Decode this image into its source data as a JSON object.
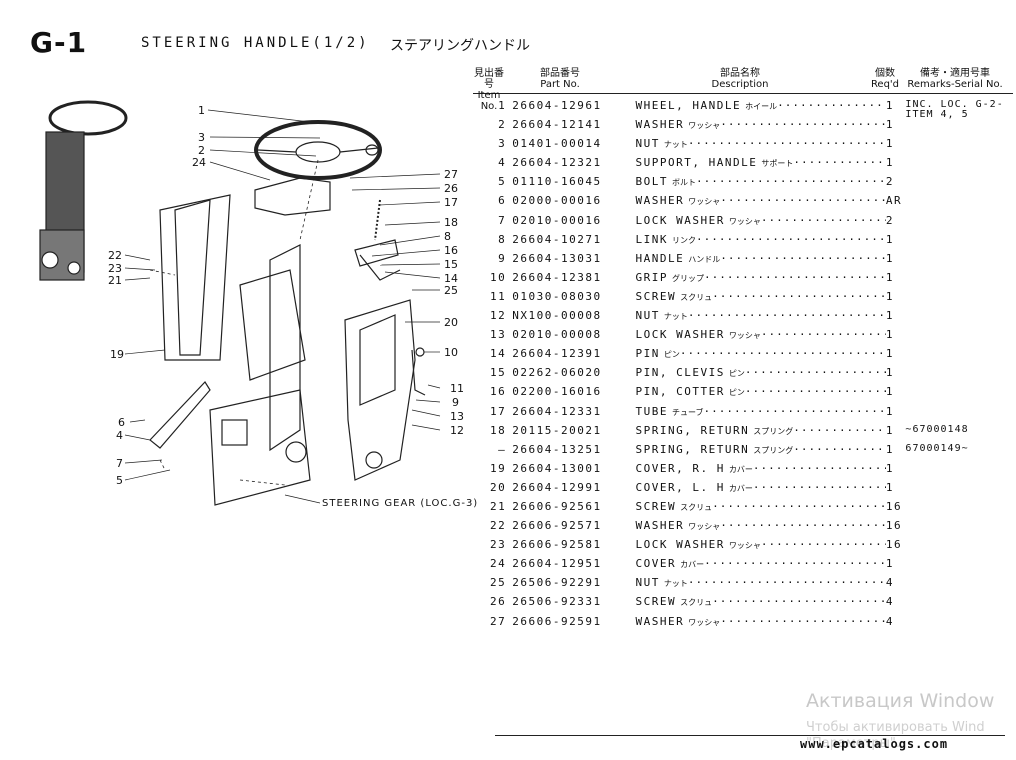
{
  "page": {
    "code": "G-1",
    "title": "STEERING HANDLE(1/2)",
    "title_jp": "ステアリングハンドル"
  },
  "table": {
    "headers": {
      "item_jp": "見出番号",
      "item": "Item No.",
      "part_jp": "部品番号",
      "part": "Part No.",
      "desc_jp": "部品名称",
      "desc": "Description",
      "qty_jp": "個数",
      "qty": "Req'd",
      "rem_jp": "備考・適用号車",
      "rem": "Remarks-Serial No."
    },
    "rows": [
      {
        "item": "1",
        "part": "26604-12961",
        "desc": "WHEEL, HANDLE",
        "jp": "ホイール",
        "qty": "1",
        "remark": "INC. LOC. G-2-ITEM 4, 5"
      },
      {
        "item": "2",
        "part": "26604-12141",
        "desc": "WASHER",
        "jp": "ワッシャ",
        "qty": "1",
        "remark": ""
      },
      {
        "item": "3",
        "part": "01401-00014",
        "desc": "NUT",
        "jp": "ナット",
        "qty": "1",
        "remark": ""
      },
      {
        "item": "4",
        "part": "26604-12321",
        "desc": "SUPPORT, HANDLE",
        "jp": "サポート",
        "qty": "1",
        "remark": ""
      },
      {
        "item": "5",
        "part": "01110-16045",
        "desc": "BOLT",
        "jp": "ボルト",
        "qty": "2",
        "remark": ""
      },
      {
        "item": "6",
        "part": "02000-00016",
        "desc": "WASHER",
        "jp": "ワッシャ",
        "qty": "AR",
        "remark": ""
      },
      {
        "item": "7",
        "part": "02010-00016",
        "desc": "LOCK WASHER",
        "jp": "ワッシャ",
        "qty": "2",
        "remark": ""
      },
      {
        "item": "8",
        "part": "26604-10271",
        "desc": "LINK",
        "jp": "リンク",
        "qty": "1",
        "remark": ""
      },
      {
        "item": "9",
        "part": "26604-13031",
        "desc": "HANDLE",
        "jp": "ハンドル",
        "qty": "1",
        "remark": ""
      },
      {
        "item": "10",
        "part": "26604-12381",
        "desc": "GRIP",
        "jp": "グリップ",
        "qty": "1",
        "remark": ""
      },
      {
        "item": "11",
        "part": "01030-08030",
        "desc": "SCREW",
        "jp": "スクリュ",
        "qty": "1",
        "remark": ""
      },
      {
        "item": "12",
        "part": "NX100-00008",
        "desc": "NUT",
        "jp": "ナット",
        "qty": "1",
        "remark": ""
      },
      {
        "item": "13",
        "part": "02010-00008",
        "desc": "LOCK WASHER",
        "jp": "ワッシャ",
        "qty": "1",
        "remark": ""
      },
      {
        "item": "14",
        "part": "26604-12391",
        "desc": "PIN",
        "jp": "ピン",
        "qty": "1",
        "remark": ""
      },
      {
        "item": "15",
        "part": "02262-06020",
        "desc": "PIN, CLEVIS",
        "jp": "ピン",
        "qty": "1",
        "remark": ""
      },
      {
        "item": "16",
        "part": "02200-16016",
        "desc": "PIN, COTTER",
        "jp": "ピン",
        "qty": "1",
        "remark": ""
      },
      {
        "item": "17",
        "part": "26604-12331",
        "desc": "TUBE",
        "jp": "チューブ",
        "qty": "1",
        "remark": ""
      },
      {
        "item": "18",
        "part": "20115-20021",
        "desc": "SPRING, RETURN",
        "jp": "スプリング",
        "qty": "1",
        "remark": "~67000148"
      },
      {
        "item": "–",
        "part": "26604-13251",
        "desc": "SPRING, RETURN",
        "jp": "スプリング",
        "qty": "1",
        "remark": "67000149~"
      },
      {
        "item": "19",
        "part": "26604-13001",
        "desc": "COVER, R. H",
        "jp": "カバー",
        "qty": "1",
        "remark": ""
      },
      {
        "item": "20",
        "part": "26604-12991",
        "desc": "COVER, L. H",
        "jp": "カバー",
        "qty": "1",
        "remark": ""
      },
      {
        "item": "21",
        "part": "26606-92561",
        "desc": "SCREW",
        "jp": "スクリュ",
        "qty": "16",
        "remark": ""
      },
      {
        "item": "22",
        "part": "26606-92571",
        "desc": "WASHER",
        "jp": "ワッシャ",
        "qty": "16",
        "remark": ""
      },
      {
        "item": "23",
        "part": "26606-92581",
        "desc": "LOCK WASHER",
        "jp": "ワッシャ",
        "qty": "16",
        "remark": ""
      },
      {
        "item": "24",
        "part": "26604-12951",
        "desc": "COVER",
        "jp": "カバー",
        "qty": "1",
        "remark": ""
      },
      {
        "item": "25",
        "part": "26506-92291",
        "desc": "NUT",
        "jp": "ナット",
        "qty": "4",
        "remark": ""
      },
      {
        "item": "26",
        "part": "26506-92331",
        "desc": "SCREW",
        "jp": "スクリュ",
        "qty": "4",
        "remark": ""
      },
      {
        "item": "27",
        "part": "26606-92591",
        "desc": "WASHER",
        "jp": "ワッシャ",
        "qty": "4",
        "remark": ""
      }
    ]
  },
  "diagram": {
    "callouts": [
      "1",
      "3",
      "2",
      "24",
      "27",
      "26",
      "17",
      "18",
      "8",
      "16",
      "15",
      "14",
      "25",
      "20",
      "10",
      "11",
      "9",
      "13",
      "12",
      "22",
      "23",
      "21",
      "19",
      "6",
      "4",
      "7",
      "5"
    ],
    "steering_gear_label": "STEERING GEAR (LOC.G-3)"
  },
  "footer": {
    "url": "www.epcatalogs.com",
    "watermark_line1": "Активация Window",
    "watermark_line2": "Чтобы активировать Wind",
    "watermark_line3": "\"Параметры\"."
  }
}
